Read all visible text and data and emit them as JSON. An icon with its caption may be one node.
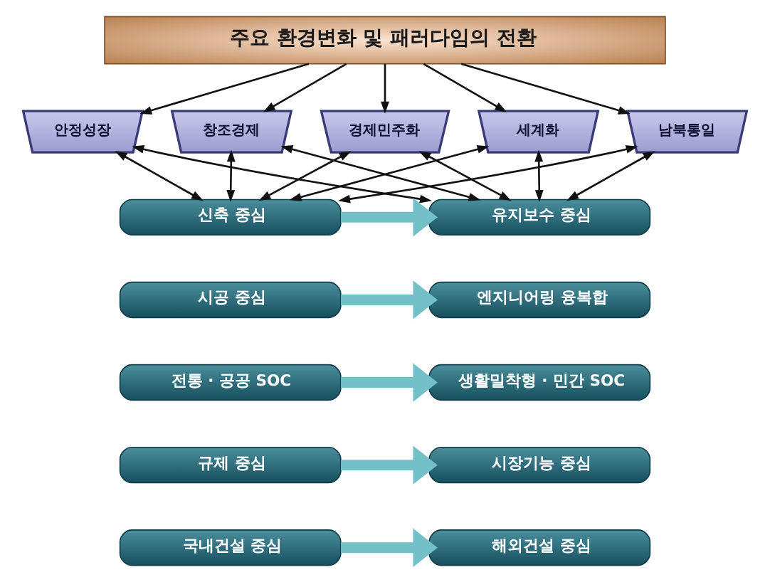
{
  "diagram": {
    "nodes": [
      {
        "text": [
          "주요 환경변화 및 패러다임의 전환"
        ]
      },
      {
        "text": [
          "안정성장"
        ]
      },
      {
        "text": [
          "창조경제"
        ]
      },
      {
        "text": [
          "경제민주화"
        ]
      },
      {
        "text": [
          "세계화"
        ]
      },
      {
        "text": [
          "남북통일"
        ]
      },
      {
        "text": [
          "신축 중심"
        ]
      },
      {
        "text": [
          "유지보수 중심"
        ]
      },
      {
        "text": [
          "시공 중심"
        ]
      },
      {
        "text": [
          "엔지니어링 융복합"
        ]
      },
      {
        "text": [
          "전통 · 공공 SOC"
        ]
      },
      {
        "text": [
          "생활밀착형 · 민간 SOC"
        ]
      },
      {
        "text": [
          "규제 중심"
        ]
      },
      {
        "text": [
          "시장기능 중심"
        ]
      },
      {
        "text": [
          "국내건설 중심"
        ]
      },
      {
        "text": [
          "해외건설 중심"
        ]
      }
    ],
    "edges": [
      {
        "from": 0,
        "to": 1,
        "arrow": "to"
      },
      {
        "from": 0,
        "to": 2,
        "arrow": "to"
      },
      {
        "from": 0,
        "to": 3,
        "arrow": "to"
      },
      {
        "from": 0,
        "to": 4,
        "arrow": "to"
      },
      {
        "from": 0,
        "to": 5,
        "arrow": "to"
      },
      {
        "from": 1,
        "to": 6,
        "arrow": "both"
      },
      {
        "from": 2,
        "to": 6,
        "arrow": "both"
      },
      {
        "from": 3,
        "to": 6,
        "arrow": "both"
      },
      {
        "from": 4,
        "to": 6,
        "arrow": "both"
      },
      {
        "from": 5,
        "to": 6,
        "arrow": "both"
      },
      {
        "from": 1,
        "to": 7,
        "arrow": "both"
      },
      {
        "from": 2,
        "to": 7,
        "arrow": "both"
      },
      {
        "from": 3,
        "to": 7,
        "arrow": "both"
      },
      {
        "from": 4,
        "to": 7,
        "arrow": "both"
      },
      {
        "from": 5,
        "to": 7,
        "arrow": "both"
      },
      {
        "from": 6,
        "to": 7,
        "arrow": "to",
        "style": "thick",
        "color": "#74c0c8"
      },
      {
        "from": 8,
        "to": 9,
        "arrow": "to",
        "style": "thick",
        "color": "#74c0c8"
      },
      {
        "from": 10,
        "to": 11,
        "arrow": "to",
        "style": "thick",
        "color": "#74c0c8"
      },
      {
        "from": 12,
        "to": 13,
        "arrow": "to",
        "style": "thick",
        "color": "#74c0c8"
      },
      {
        "from": 14,
        "to": 15,
        "arrow": "to",
        "style": "thick",
        "color": "#74c0c8"
      }
    ]
  }
}
